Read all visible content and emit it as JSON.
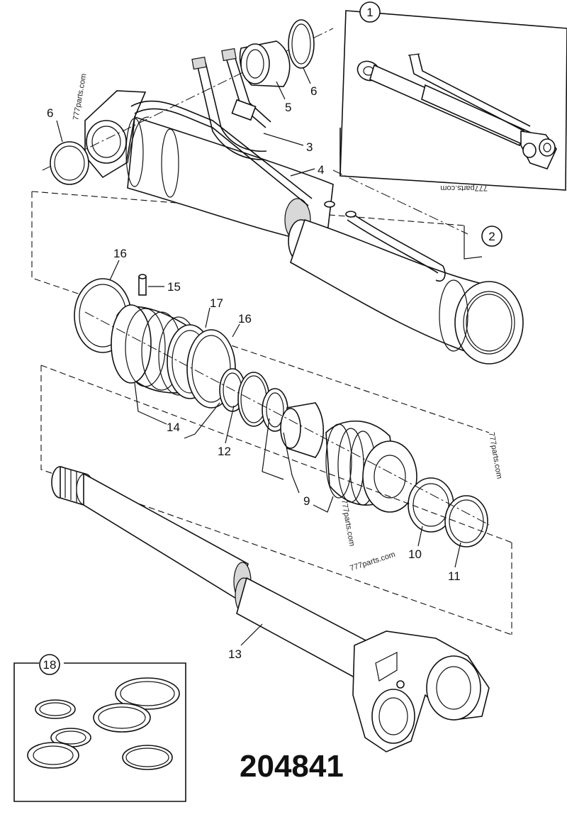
{
  "drawing_number": "204841",
  "watermark": "777parts.com",
  "callouts": {
    "c1": "1",
    "c2": "2",
    "c3": "3",
    "c4": "4",
    "c5": "5",
    "c6a": "6",
    "c6b": "6",
    "c9": "9",
    "c10": "10",
    "c11": "11",
    "c12": "12",
    "c13": "13",
    "c14": "14",
    "c15": "15",
    "c16a": "16",
    "c16b": "16",
    "c17": "17",
    "c18": "18"
  }
}
